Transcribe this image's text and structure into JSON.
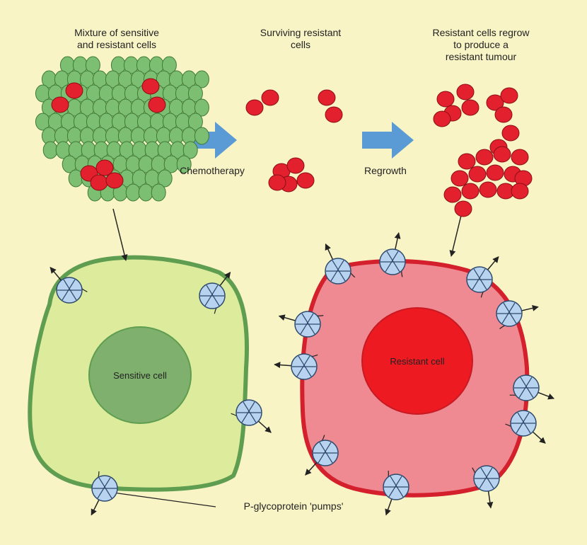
{
  "stage_labels": {
    "mixture": "Mixture of sensitive\nand resistant cells",
    "surviving": "Surviving resistant\ncells",
    "regrow": "Resistant cells regrow\nto produce a\nresistant tumour"
  },
  "step_labels": {
    "chemotherapy": "Chemotherapy",
    "regrowth": "Regrowth"
  },
  "cell_labels": {
    "sensitive": "Sensitive cell",
    "resistant": "Resistant cell"
  },
  "pump_label": "P-glycoprotein 'pumps'",
  "colors": {
    "background": "#f8f4c6",
    "green_cell": "#7dbf72",
    "red_cell": "#e3202e",
    "sensitive_cytoplasm": "#dcec9c",
    "sensitive_membrane": "#5f9d50",
    "sensitive_nucleus": "#7fb06d",
    "resistant_cytoplasm": "#f08a92",
    "resistant_membrane": "#d4202d",
    "resistant_nucleus": "#ee1a22",
    "pump": "#b7d3ef",
    "arrow": "#5b9bd5"
  }
}
